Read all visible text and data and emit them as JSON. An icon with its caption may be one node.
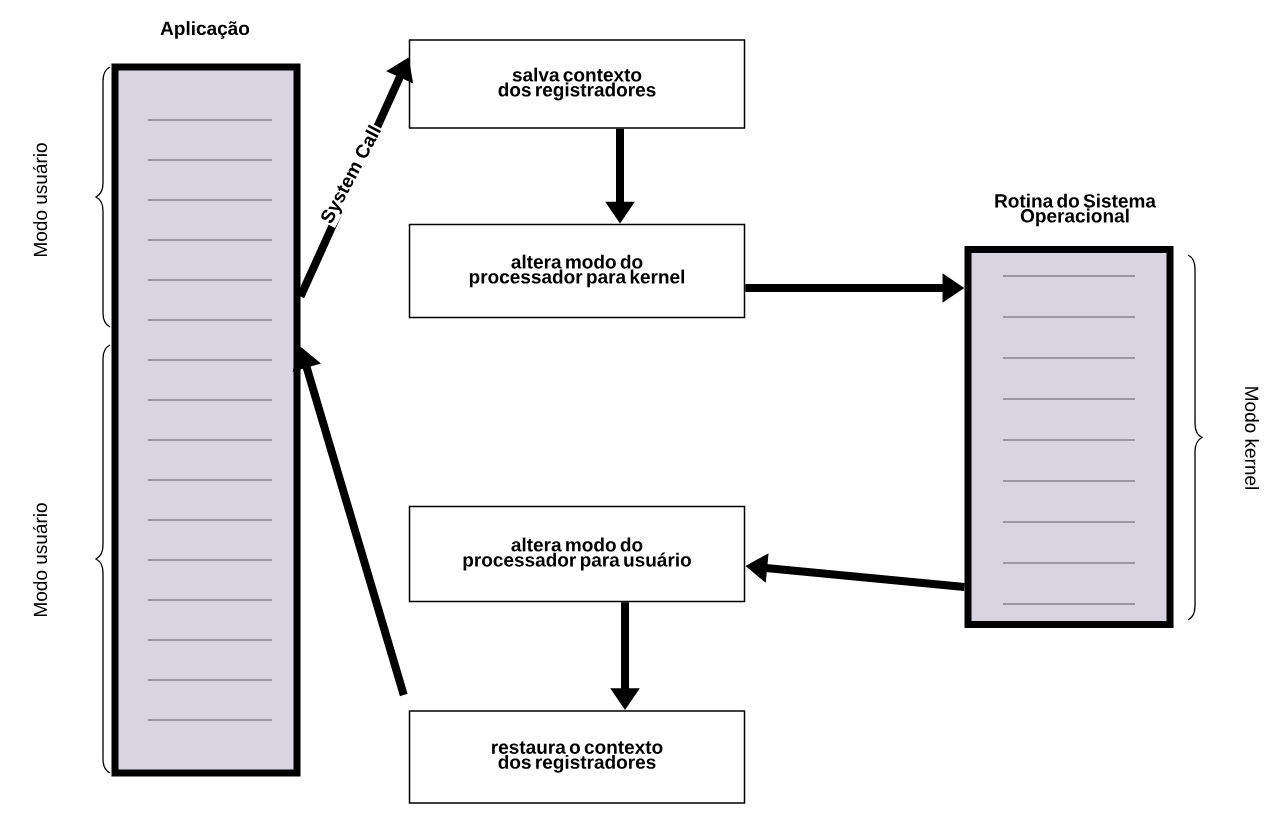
{
  "diagram": {
    "nodes": [
      {
        "text": [
          "Aplicação"
        ]
      },
      {
        "text": [
          "salva contexto dos registradores"
        ]
      },
      {
        "text": [
          "altera modo do processador para kernel"
        ]
      },
      {
        "text": [
          "Rotina do Sistema Operacional"
        ]
      },
      {
        "text": [
          "altera modo do processador para usuário"
        ]
      },
      {
        "text": [
          "restaura o contexto dos registradores"
        ]
      }
    ],
    "edges": [
      {
        "from": 0,
        "to": 1,
        "arrow": "to",
        "label": "System Call"
      },
      {
        "from": 1,
        "to": 2,
        "arrow": "to"
      },
      {
        "from": 2,
        "to": 3,
        "arrow": "to"
      },
      {
        "from": 3,
        "to": 4,
        "arrow": "to"
      },
      {
        "from": 4,
        "to": 5,
        "arrow": "to"
      },
      {
        "from": 5,
        "to": 0,
        "arrow": "to"
      }
    ],
    "labels": [
      "Modo usuário",
      "Modo usuário",
      "Modo kernel"
    ]
  }
}
